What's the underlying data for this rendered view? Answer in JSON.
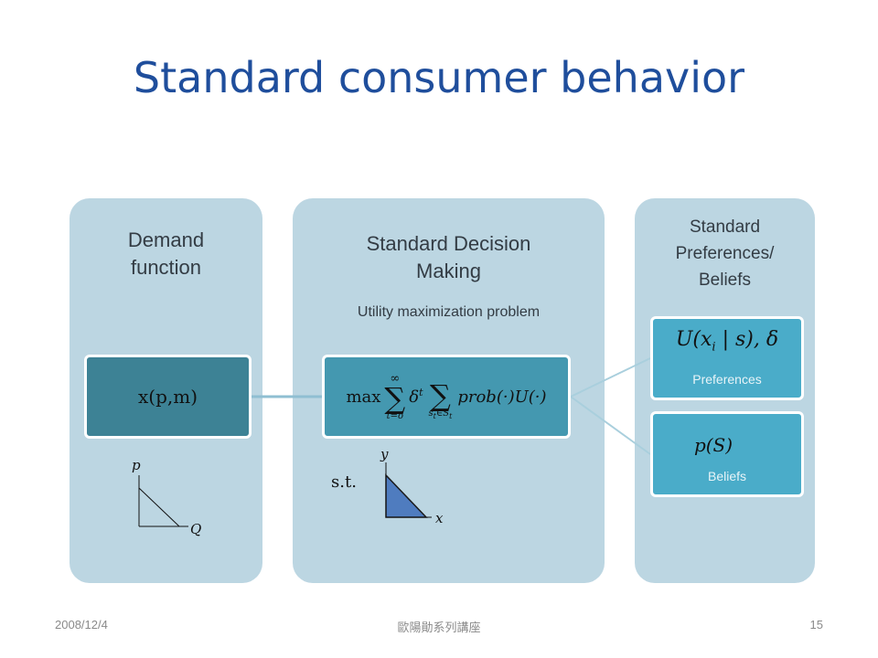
{
  "title": "Standard consumer behavior",
  "columns": {
    "demand": {
      "heading_line1": "Demand",
      "heading_line2": "function",
      "box_formula": "x(p,m)",
      "graph_labels": {
        "y": "p",
        "x": "Q"
      }
    },
    "decision": {
      "heading_line1": "Standard Decision",
      "heading_line2": "Making",
      "subtitle": "Utility maximization problem",
      "formula": {
        "max": "max",
        "sum1_top": "∞",
        "sum1_bottom": "t=o",
        "delta_power": "δ",
        "t_sup": "t",
        "sum2_bottom": "s",
        "sum2_bottom_sub": "t",
        "sum2_in": "∈S",
        "sum2_in_sub": "t",
        "rest": "prob(·)U(·)"
      },
      "constraint_label": "s.t.",
      "graph_labels": {
        "y": "y",
        "x": "x"
      }
    },
    "preferences": {
      "heading_line1": "Standard",
      "heading_line2": "Preferences/",
      "heading_line3": "Beliefs",
      "pref_formula": "U(x",
      "pref_formula_sub": "i",
      "pref_formula_rest": " | s),  δ",
      "pref_label": "Preferences",
      "belief_formula": "p(S)",
      "belief_label": "Beliefs"
    }
  },
  "footer": {
    "date": "2008/12/4",
    "center": "歐陽勛系列講座",
    "page": "15"
  },
  "colors": {
    "title": "#1f4e9c",
    "column_bg": "#bcd6e2",
    "demand_box": "#3d8295",
    "decision_box": "#4498b0",
    "pref_box": "#4aacc9",
    "connector": "#8fbfd2",
    "triangle_fill": "#4f7cbf"
  }
}
